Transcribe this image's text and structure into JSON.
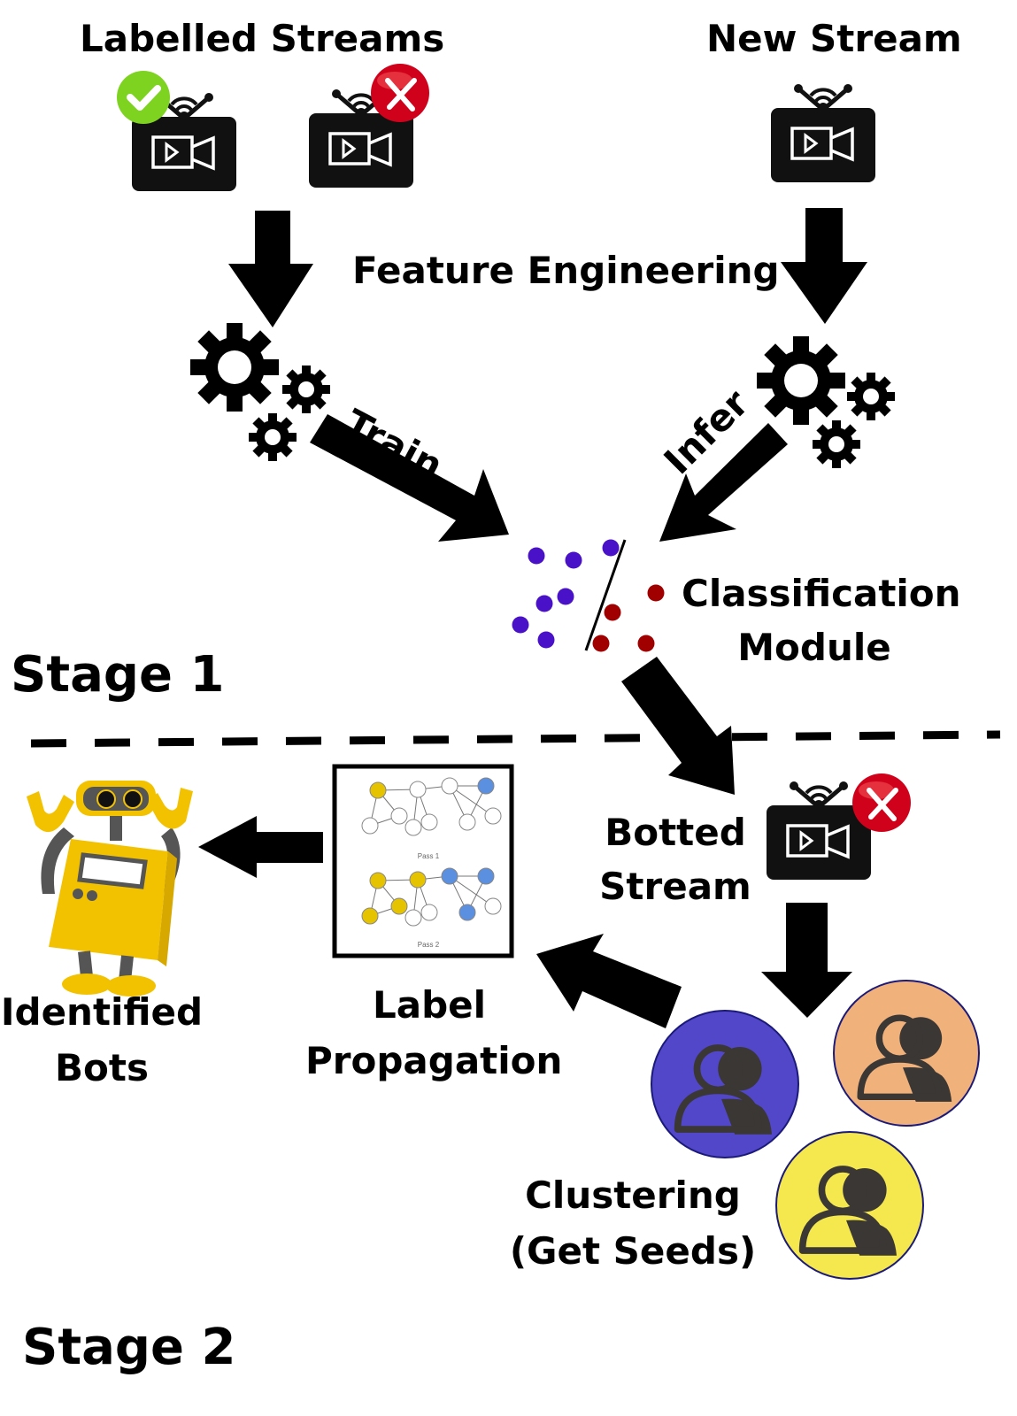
{
  "title_labelled_streams": "Labelled Streams",
  "title_new_stream": "New Stream",
  "feature_engineering": "Feature Engineering",
  "train_label": "Train",
  "infer_label": "Infer",
  "classification_module": [
    "Classification",
    "Module"
  ],
  "stage1": "Stage 1",
  "stage2": "Stage 2",
  "botted_stream": [
    "Botted",
    "Stream"
  ],
  "identified_bots": [
    "Identified",
    "Bots"
  ],
  "label_propagation": [
    "Label",
    "Propagation"
  ],
  "clustering": [
    "Clustering",
    "(Get Seeds)"
  ],
  "graph_panel": {
    "pass1_label": "Pass 1",
    "pass2_label": "Pass 2"
  },
  "icons": {
    "labelled_stream_good": "tv-stream-icon with green check badge",
    "labelled_stream_bad": "tv-stream-icon with red x badge",
    "new_stream": "tv-stream-icon",
    "botted_stream": "tv-stream-icon with red x badge",
    "gears": "gears-icon",
    "robot": "robot-icon",
    "user_cluster": "users-icon"
  },
  "colors": {
    "check_badge": "#7ed321",
    "x_badge": "#d0021b",
    "class_a_points": "#4a12c8",
    "class_b_points": "#a00000",
    "cluster_blue": "#5147c8",
    "cluster_orange": "#f1b17a",
    "cluster_yellow": "#f5e84e",
    "graph_yellow": "#e6c300",
    "graph_blue": "#5b8fe0",
    "robot_yellow": "#f2c200",
    "robot_gray": "#555555"
  }
}
